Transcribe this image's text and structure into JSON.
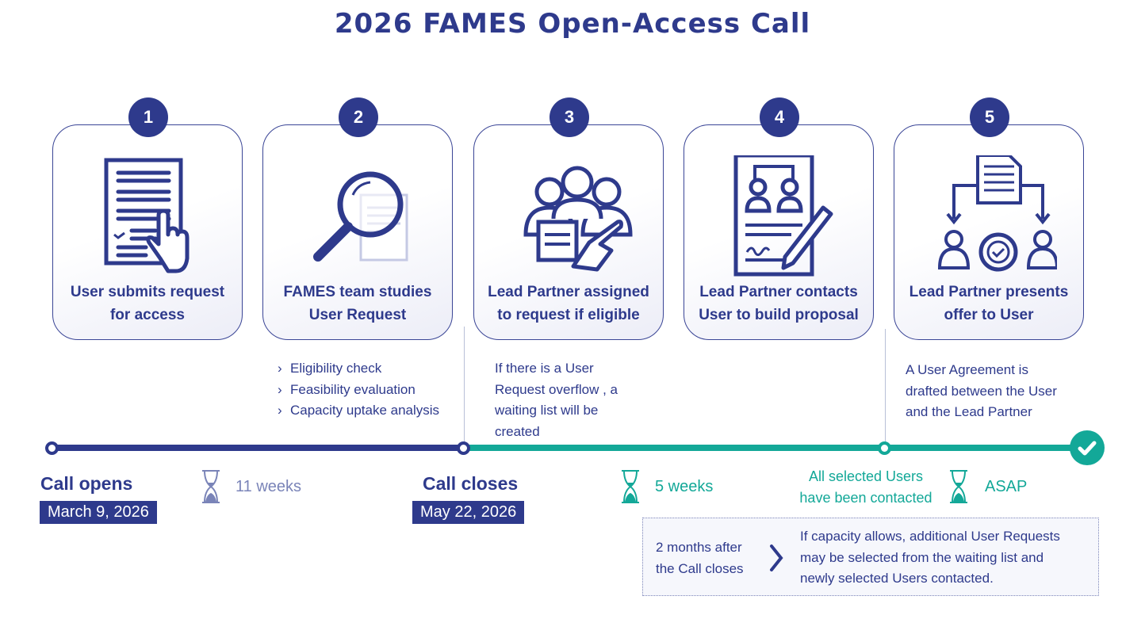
{
  "title": "2026 FAMES Open-Access Call",
  "colors": {
    "navy": "#2e3a8c",
    "teal": "#13a898",
    "muted": "#7a84b8"
  },
  "steps": [
    {
      "number": "1",
      "icon": "document-hand-icon",
      "label_line1": "User submits request",
      "label_line2": "for access"
    },
    {
      "number": "2",
      "icon": "magnifier-document-icon",
      "label_line1": "FAMES team studies",
      "label_line2": "User Request"
    },
    {
      "number": "3",
      "icon": "group-pointing-icon",
      "label_line1": "Lead Partner assigned",
      "label_line2": "to request if eligible"
    },
    {
      "number": "4",
      "icon": "contract-pen-icon",
      "label_line1": "Lead Partner  contacts",
      "label_line2": "User to build proposal"
    },
    {
      "number": "5",
      "icon": "document-split-users-icon",
      "label_line1": "Lead Partner presents",
      "label_line2": "offer to  User"
    }
  ],
  "step2_bullets": [
    "Eligibility check",
    "Feasibility evaluation",
    "Capacity uptake analysis"
  ],
  "step3_note": [
    "If there is a User",
    "Request overflow , a",
    "waiting list will be",
    "created"
  ],
  "step5_note": [
    "A User Agreement is",
    "drafted between the User",
    "and the Lead Partner"
  ],
  "timeline": {
    "call_opens": {
      "label": "Call opens",
      "date": "March 9, 2026"
    },
    "duration1": "11 weeks",
    "call_closes": {
      "label": "Call closes",
      "date": "May 22, 2026"
    },
    "duration2": "5 weeks",
    "contacted": [
      "All selected Users",
      "have been contacted"
    ],
    "duration3": "ASAP"
  },
  "waiting_list_box": {
    "when": [
      "2 months after",
      "the Call closes"
    ],
    "text": [
      "If capacity allows, additional User Requests",
      "may be selected from the waiting list and",
      "newly selected Users contacted."
    ]
  }
}
